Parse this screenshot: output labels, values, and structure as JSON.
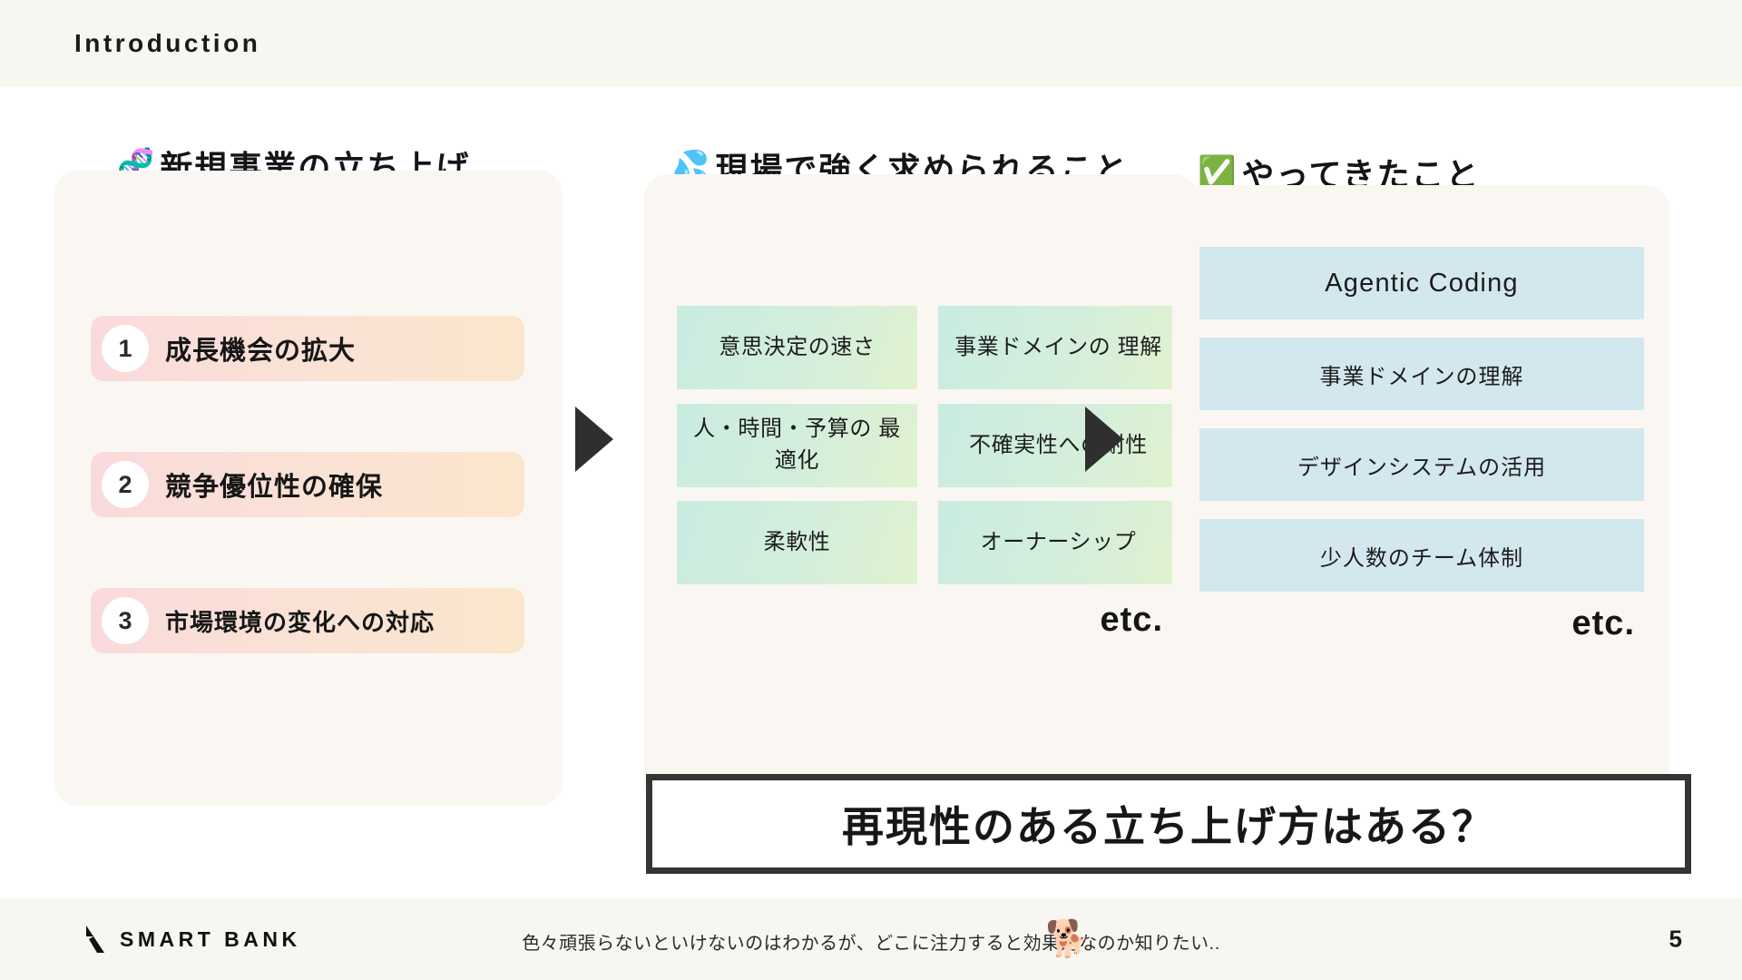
{
  "header": {
    "title": "Introduction"
  },
  "columns": [
    {
      "emoji": "🧬",
      "icon_name": "dna-emoji",
      "title": "新規事業の立ち上げ",
      "items": [
        {
          "number": "1",
          "label": "成長機会の拡大"
        },
        {
          "number": "2",
          "label": "競争優位性の確保"
        },
        {
          "number": "3",
          "label": "市場環境の変化への対応"
        }
      ]
    },
    {
      "emoji": "💦",
      "icon_name": "sweat-droplets-emoji",
      "title": "現場で強く求められること",
      "cells": [
        "意思決定の速さ",
        "事業ドメインの\n理解",
        "人・時間・予算の\n最適化",
        "不確実性への耐性",
        "柔軟性",
        "オーナーシップ"
      ],
      "etc": "etc."
    },
    {
      "emoji": "✅",
      "icon_name": "check-mark-button-emoji",
      "title": "やってきたこと",
      "items": [
        "Agentic Coding",
        "事業ドメインの理解",
        "デザインシステムの活用",
        "少人数のチーム体制"
      ],
      "etc": "etc."
    }
  ],
  "callout": {
    "text": "再現性のある立ち上げ方はある？"
  },
  "footer": {
    "brand": "SMART BANK",
    "note": "色々頑張らないといけないのはわかるが、どこに注力すると効果的なのか知りたい..",
    "mascot": "🐕",
    "page": "5"
  },
  "colors": {
    "header_bg": "#f8f6f1",
    "panel_bg": "#faf7f2",
    "pill_gradient_start": "#fadadb",
    "pill_gradient_end": "#fbe6cd",
    "cell_gradient_start": "#c9ece1",
    "cell_gradient_end": "#e0f2cf",
    "blue_item_bg": "#d3e7ef",
    "arrow": "#2f2f2f",
    "callout_border": "#353535",
    "text": "#1a1a1a"
  }
}
